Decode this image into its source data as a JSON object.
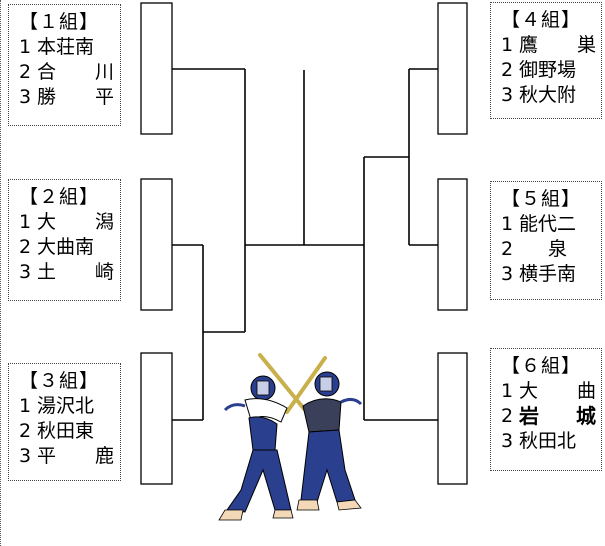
{
  "groups": [
    {
      "title": "【１組】",
      "teams": [
        {
          "num": "1",
          "name": [
            "本荘南"
          ]
        },
        {
          "num": "2",
          "name": [
            "合",
            "川"
          ]
        },
        {
          "num": "3",
          "name": [
            "勝",
            "平"
          ]
        }
      ]
    },
    {
      "title": "【２組】",
      "teams": [
        {
          "num": "1",
          "name": [
            "大",
            "潟"
          ]
        },
        {
          "num": "2",
          "name": [
            "大曲南"
          ]
        },
        {
          "num": "3",
          "name": [
            "土",
            "崎"
          ]
        }
      ]
    },
    {
      "title": "【３組】",
      "teams": [
        {
          "num": "1",
          "name": [
            "湯沢北"
          ]
        },
        {
          "num": "2",
          "name": [
            "秋田東"
          ]
        },
        {
          "num": "3",
          "name": [
            "平",
            "鹿"
          ]
        }
      ]
    },
    {
      "title": "【４組】",
      "teams": [
        {
          "num": "1",
          "name": [
            "鷹",
            "巣"
          ]
        },
        {
          "num": "2",
          "name": [
            "御野場"
          ]
        },
        {
          "num": "3",
          "name": [
            "秋大附"
          ]
        }
      ]
    },
    {
      "title": "【５組】",
      "teams": [
        {
          "num": "1",
          "name": [
            "能代二"
          ]
        },
        {
          "num": "2",
          "name": [
            "",
            "泉",
            ""
          ]
        },
        {
          "num": "3",
          "name": [
            "横手南"
          ]
        }
      ]
    },
    {
      "title": "【６組】",
      "teams": [
        {
          "num": "1",
          "name": [
            "大",
            "曲"
          ]
        },
        {
          "num": "2",
          "name": [
            "岩",
            "城"
          ],
          "bold": true
        },
        {
          "num": "3",
          "name": [
            "秋田北"
          ]
        }
      ]
    }
  ],
  "illustration": {
    "subject": "kendo-fencers",
    "colors": {
      "hakama": "#2b3f8f",
      "shinai": "#d8c060"
    }
  }
}
